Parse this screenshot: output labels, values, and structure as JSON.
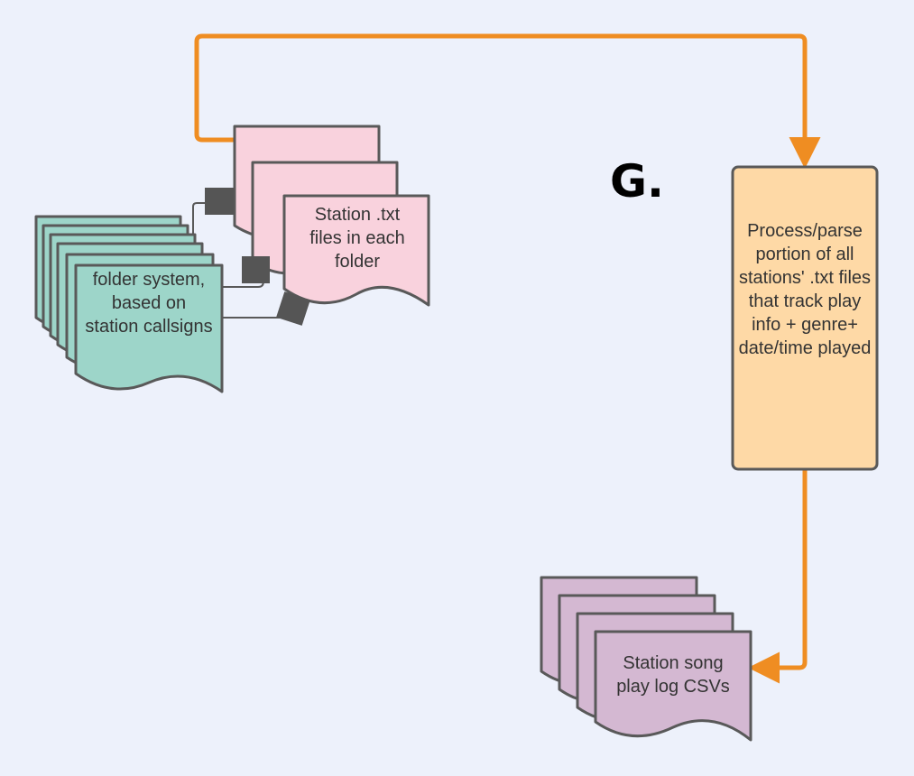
{
  "step_letter": "G.",
  "nodes": {
    "folder_system": {
      "label": "folder system, based on station callsigns"
    },
    "station_txt_files": {
      "label": "Station .txt files in each folder"
    },
    "process_parse": {
      "label": "Process/parse portion of all stations' .txt files that track play info + genre+ date/time played"
    },
    "csv_output": {
      "label": "Station song play log CSVs"
    }
  },
  "colors": {
    "background": "#edf1fb",
    "teal_doc": "#9dd5c9",
    "pink_doc": "#f9d2dd",
    "orange_process": "#fed9a6",
    "purple_doc": "#d4b8d2",
    "connector": "#ef8d22",
    "stroke": "#595959"
  }
}
